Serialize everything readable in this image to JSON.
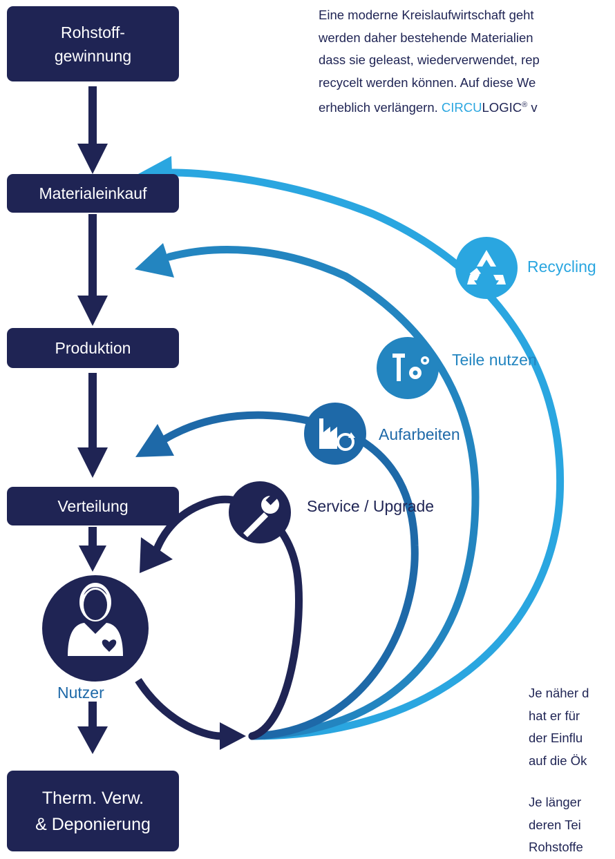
{
  "intro": {
    "lines": [
      "Eine moderne Kreislaufwirtschaft geht",
      "werden daher bestehende Materialien",
      "dass sie geleast, wiederverwendet, rep",
      "recycelt werden können. Auf diese We"
    ],
    "last_line_prefix": "erheblich verlängern. ",
    "brand_highlight": "CIRCU",
    "brand_rest": "LOGIC",
    "brand_mark": "®",
    "last_line_suffix": " v"
  },
  "side_text": {
    "para1": [
      "Je näher d",
      "hat er für",
      "der Einflu",
      "auf die Ök"
    ],
    "para2": [
      "Je länger",
      "deren Tei",
      "Rohstoffe"
    ]
  },
  "chain": {
    "rohstoff": [
      "Rohstoff-",
      "gewinnung"
    ],
    "materialeinkauf": "Materialeinkauf",
    "produktion": "Produktion",
    "verteilung": "Verteilung",
    "deponierung": [
      "Therm. Verw.",
      "& Deponierung"
    ]
  },
  "loops": {
    "recycling": "Recycling",
    "teile": "Teile nutzen",
    "aufarbeiten": "Aufarbeiten",
    "service": "Service / Upgrade",
    "nutzer": "Nutzer"
  },
  "colors": {
    "navy": "#1f2454",
    "recycling": "#2aa6e0",
    "teile": "#2385c0",
    "aufarbeiten": "#1e69a8",
    "service": "#1f2454"
  },
  "icons": {
    "recycling": "recycle-icon",
    "teile": "tools-gear-icon",
    "aufarbeiten": "factory-refresh-icon",
    "service": "wrench-icon",
    "nutzer": "user-heart-icon"
  }
}
